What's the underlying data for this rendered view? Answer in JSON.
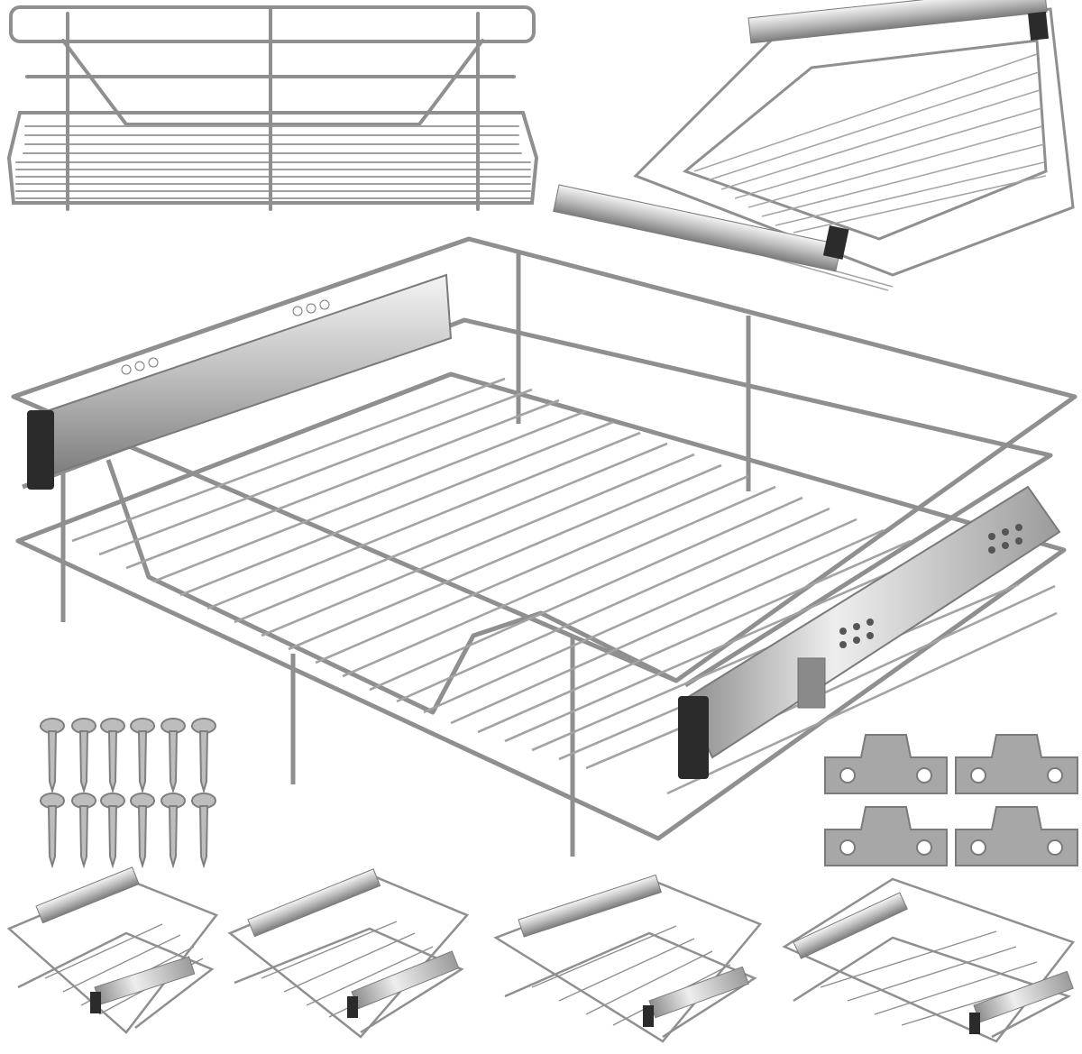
{
  "scene": {
    "subject": "product-collage",
    "colors": {
      "background": "#ffffff",
      "wire": "#9a9a9a",
      "wire_dark": "#6f6f6f",
      "rail_light": "#e6e6e6",
      "rail_dark": "#8a8a8a",
      "bumper": "#2b2b2b",
      "bracket": "#a7a7a7",
      "screw": "#bdbdbd"
    },
    "items": [
      {
        "name": "basket-front-view"
      },
      {
        "name": "basket-angled-with-rails"
      },
      {
        "name": "basket-main-view"
      },
      {
        "name": "screws",
        "count": 12
      },
      {
        "name": "mounting-brackets",
        "count": 4
      },
      {
        "name": "basket-size-variants",
        "count": 4
      }
    ]
  }
}
